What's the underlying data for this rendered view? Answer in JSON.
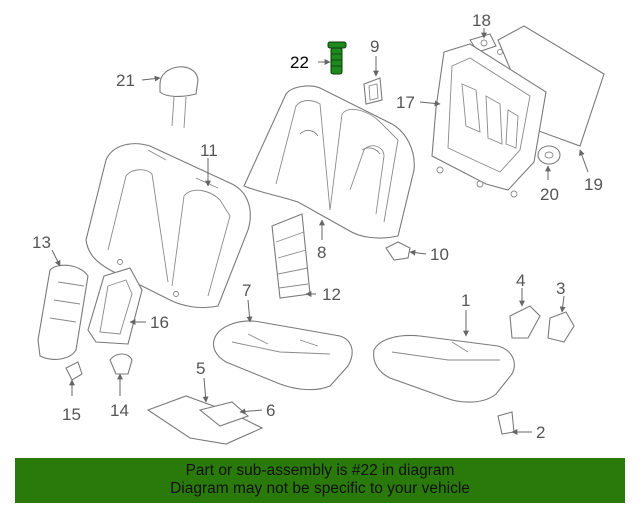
{
  "callouts": {
    "c1": "1",
    "c2": "2",
    "c3": "3",
    "c4": "4",
    "c5": "5",
    "c6": "6",
    "c7": "7",
    "c8": "8",
    "c9": "9",
    "c10": "10",
    "c11": "11",
    "c12": "12",
    "c13": "13",
    "c14": "14",
    "c15": "15",
    "c16": "16",
    "c17": "17",
    "c18": "18",
    "c19": "19",
    "c20": "20",
    "c21": "21",
    "c22": "22"
  },
  "highlighted_part": "22",
  "colors": {
    "highlight_part": "#1e8a1e",
    "banner_bg": "#2a7a0b",
    "line": "#7a7a7a"
  },
  "footer": {
    "line1": "Part or sub-assembly is #22 in diagram",
    "line2": "Diagram may not be specific to your vehicle"
  }
}
